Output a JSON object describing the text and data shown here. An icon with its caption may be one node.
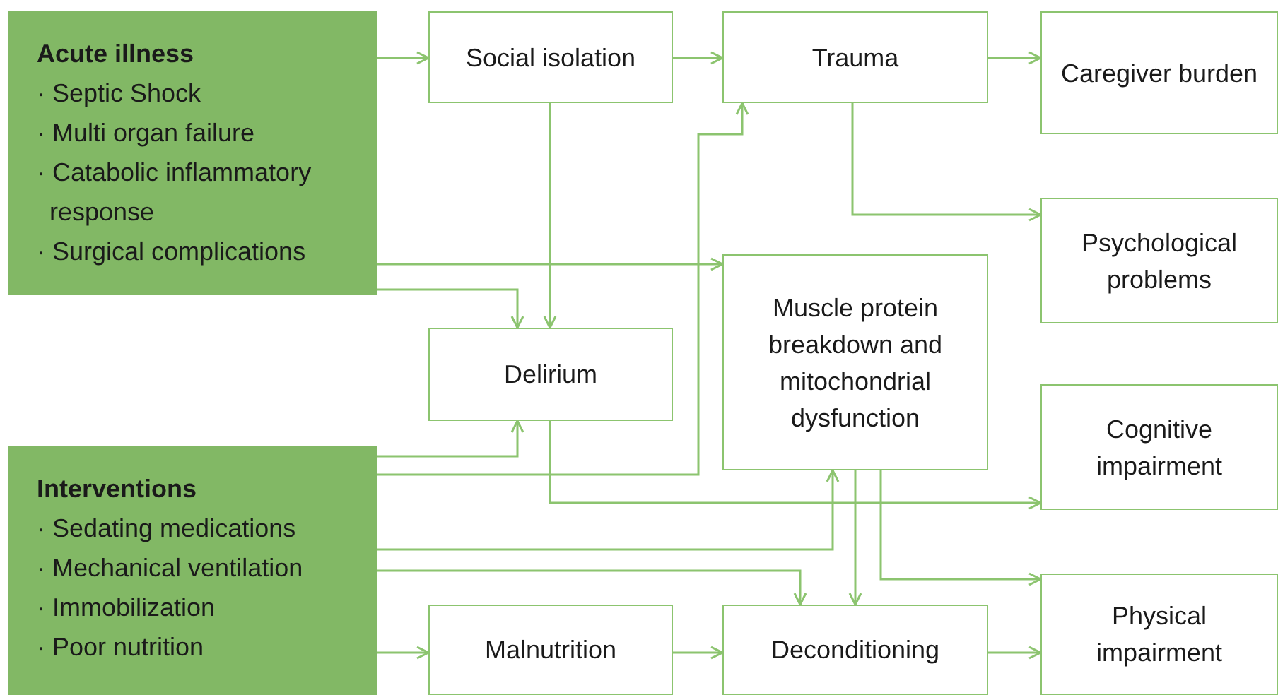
{
  "diagram": {
    "nodes": [
      {
        "text": [
          "Acute illness",
          "· Septic Shock",
          "· Multi organ failure",
          "· Catabolic inflammatory response",
          "· Surgical complications"
        ]
      },
      {
        "text": [
          "Interventions",
          "· Sedating medications",
          "· Mechanical ventilation",
          "· Immobilization",
          "· Poor nutrition"
        ]
      },
      {
        "text": [
          "Social isolation"
        ]
      },
      {
        "text": [
          "Trauma"
        ]
      },
      {
        "text": [
          "Caregiver burden"
        ]
      },
      {
        "text": [
          "Psychological problems"
        ]
      },
      {
        "text": [
          "Delirium"
        ]
      },
      {
        "text": [
          "Muscle protein breakdown and mitochondrial dysfunction"
        ]
      },
      {
        "text": [
          "Cognitive impairment"
        ]
      },
      {
        "text": [
          "Malnutrition"
        ]
      },
      {
        "text": [
          "Deconditioning"
        ]
      },
      {
        "text": [
          "Physical impairment"
        ]
      }
    ],
    "edges": [
      {
        "from": 0,
        "to": 2,
        "arrow": "to"
      },
      {
        "from": 2,
        "to": 3,
        "arrow": "to"
      },
      {
        "from": 3,
        "to": 4,
        "arrow": "to"
      },
      {
        "from": 3,
        "to": 5,
        "arrow": "to"
      },
      {
        "from": 2,
        "to": 6,
        "arrow": "to"
      },
      {
        "from": 0,
        "to": 7,
        "arrow": "to"
      },
      {
        "from": 0,
        "to": 6,
        "arrow": "to"
      },
      {
        "from": 1,
        "to": 6,
        "arrow": "to"
      },
      {
        "from": 1,
        "to": 3,
        "arrow": "to"
      },
      {
        "from": 6,
        "to": 8,
        "arrow": "to"
      },
      {
        "from": 1,
        "to": 7,
        "arrow": "to"
      },
      {
        "from": 1,
        "to": 10,
        "arrow": "to"
      },
      {
        "from": 7,
        "to": 10,
        "arrow": "to"
      },
      {
        "from": 7,
        "to": 11,
        "arrow": "to"
      },
      {
        "from": 1,
        "to": 9,
        "arrow": "to"
      },
      {
        "from": 9,
        "to": 10,
        "arrow": "to"
      },
      {
        "from": 10,
        "to": 11,
        "arrow": "to"
      }
    ]
  }
}
